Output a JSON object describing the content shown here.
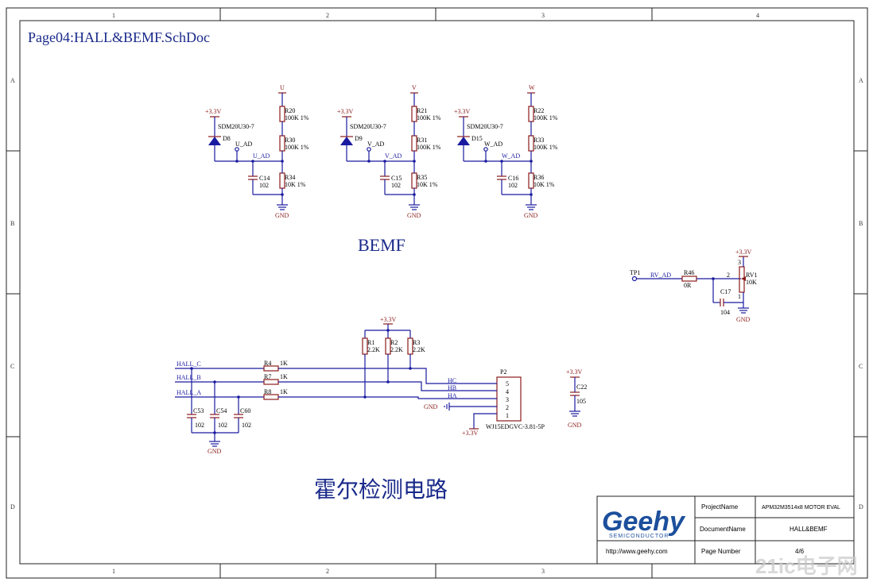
{
  "sheet_title": "Page04:HALL&BEMF.SchDoc",
  "zones_top": [
    "1",
    "2",
    "3",
    "4"
  ],
  "zones_side": [
    "A",
    "B",
    "C",
    "D"
  ],
  "section_bemf": "BEMF",
  "section_hall": "霍尔检测电路",
  "power": "+3.3V",
  "ground": "GND",
  "bemf": {
    "phases": [
      {
        "rail": "U",
        "rtop": "R20",
        "rtop_val": "100K 1%",
        "rmid": "R30",
        "rmid_val": "100K 1%",
        "rbot": "R34",
        "rbot_val": "10K 1%",
        "cap": "C14",
        "cap_val": "102",
        "diode": "D8",
        "diode_part": "SDM20U30-7",
        "tp": "U_AD",
        "net": "U_AD"
      },
      {
        "rail": "V",
        "rtop": "R21",
        "rtop_val": "100K 1%",
        "rmid": "R31",
        "rmid_val": "100K 1%",
        "rbot": "R35",
        "rbot_val": "10K 1%",
        "cap": "C15",
        "cap_val": "102",
        "diode": "D9",
        "diode_part": "SDM20U30-7",
        "tp": "V_AD",
        "net": "V_AD"
      },
      {
        "rail": "W",
        "rtop": "R22",
        "rtop_val": "100K 1%",
        "rmid": "R33",
        "rmid_val": "100K 1%",
        "rbot": "R36",
        "rbot_val": "10K 1%",
        "cap": "C16",
        "cap_val": "102",
        "diode": "D15",
        "diode_part": "SDM20U30-7",
        "tp": "W_AD",
        "net": "W_AD"
      }
    ]
  },
  "pot": {
    "tp": "TP1",
    "net": "RV_AD",
    "res": "R46",
    "res_val": "0R",
    "pot": "RV1",
    "pot_val": "10K",
    "cap": "C17",
    "cap_val": "104",
    "pin2": "2",
    "pin3": "3",
    "pin1": "1"
  },
  "hall": {
    "inputs": [
      {
        "net": "HALL_C",
        "res": "R4",
        "res_val": "1K",
        "cap": "C53",
        "cap_val": "102"
      },
      {
        "net": "HALL_B",
        "res": "R7",
        "res_val": "1K",
        "cap": "C54",
        "cap_val": "102"
      },
      {
        "net": "HALL_A",
        "res": "R8",
        "res_val": "1K",
        "cap": "C60",
        "cap_val": "102"
      }
    ],
    "pullups": [
      {
        "ref": "R1",
        "val": "2.2K"
      },
      {
        "ref": "R2",
        "val": "2.2K"
      },
      {
        "ref": "R3",
        "val": "2.2K"
      }
    ],
    "connector": {
      "ref": "P2",
      "part": "WJ15EDGVC-3.81-5P",
      "pins": [
        "5",
        "4",
        "3",
        "2",
        "1"
      ],
      "nets": [
        "HC",
        "HB",
        "HA"
      ]
    },
    "decap": {
      "ref": "C22",
      "val": "105"
    }
  },
  "title_block": {
    "logo": "Geehy",
    "logo_sub": "SEMICONDUCTOR",
    "url": "http://www.geehy.com",
    "project_label": "ProjectName",
    "project_value": "APM32M3514x8 MOTOR EVAL",
    "doc_label": "DocumentName",
    "doc_value": "HALL&BEMF",
    "page_label": "Page Number",
    "page_value": "4/6"
  },
  "watermark": "21ic电子网",
  "colors": {
    "wire": "#1a1aa0",
    "component": "#8b1a1a",
    "title": "#1a2a8a",
    "logo": "#1c4f9c"
  }
}
